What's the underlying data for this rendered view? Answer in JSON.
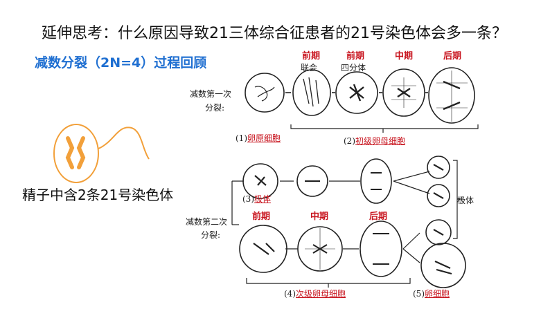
{
  "title": "延伸思考：什么原因导致21三体综合征患者的21号染色体会多一条？",
  "subtitle": "减数分裂（2N=4）过程回顾",
  "sperm_label": "精子中含2条21号染色体",
  "meiosis1": {
    "row_label_line1": "减数第一次",
    "row_label_line2": "分裂:",
    "stages": [
      {
        "name": "前期",
        "sub": "联会"
      },
      {
        "name": "前期",
        "sub": "四分体"
      },
      {
        "name": "中期",
        "sub": ""
      },
      {
        "name": "后期",
        "sub": ""
      }
    ],
    "cap1_num": "(1)",
    "cap1_red": "卵原细胞",
    "cap2_num": "(2)",
    "cap2_red": "初级卵母细胞"
  },
  "meiosis2": {
    "row_label_line1": "减数第二次",
    "row_label_line2": "分裂:",
    "stages": [
      "前期",
      "中期",
      "后期"
    ],
    "polar_num": "(3)",
    "polar_red": "极体",
    "polar_right": "极体",
    "cap4_num": "(4)",
    "cap4_red": "次级卵母细胞",
    "cap5_num": "(5)",
    "cap5_red": "卵细胞"
  },
  "colors": {
    "accent_blue": "#1f6fd1",
    "accent_red": "#c8141e",
    "sperm_orange": "#f2a03a"
  }
}
